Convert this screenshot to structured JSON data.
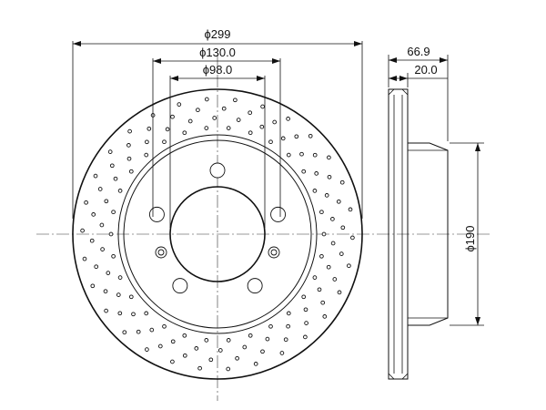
{
  "drawing": {
    "front_view": {
      "outer_diameter_label": "ϕ299",
      "pcd_label": "ϕ130.0",
      "center_bore_label": "ϕ98.0",
      "lug_hole_count": 5,
      "small_hole_count": 2
    },
    "side_view": {
      "overall_height_label": "66.9",
      "thickness_label": "20.0",
      "hat_diameter_label": "ϕ190"
    }
  }
}
